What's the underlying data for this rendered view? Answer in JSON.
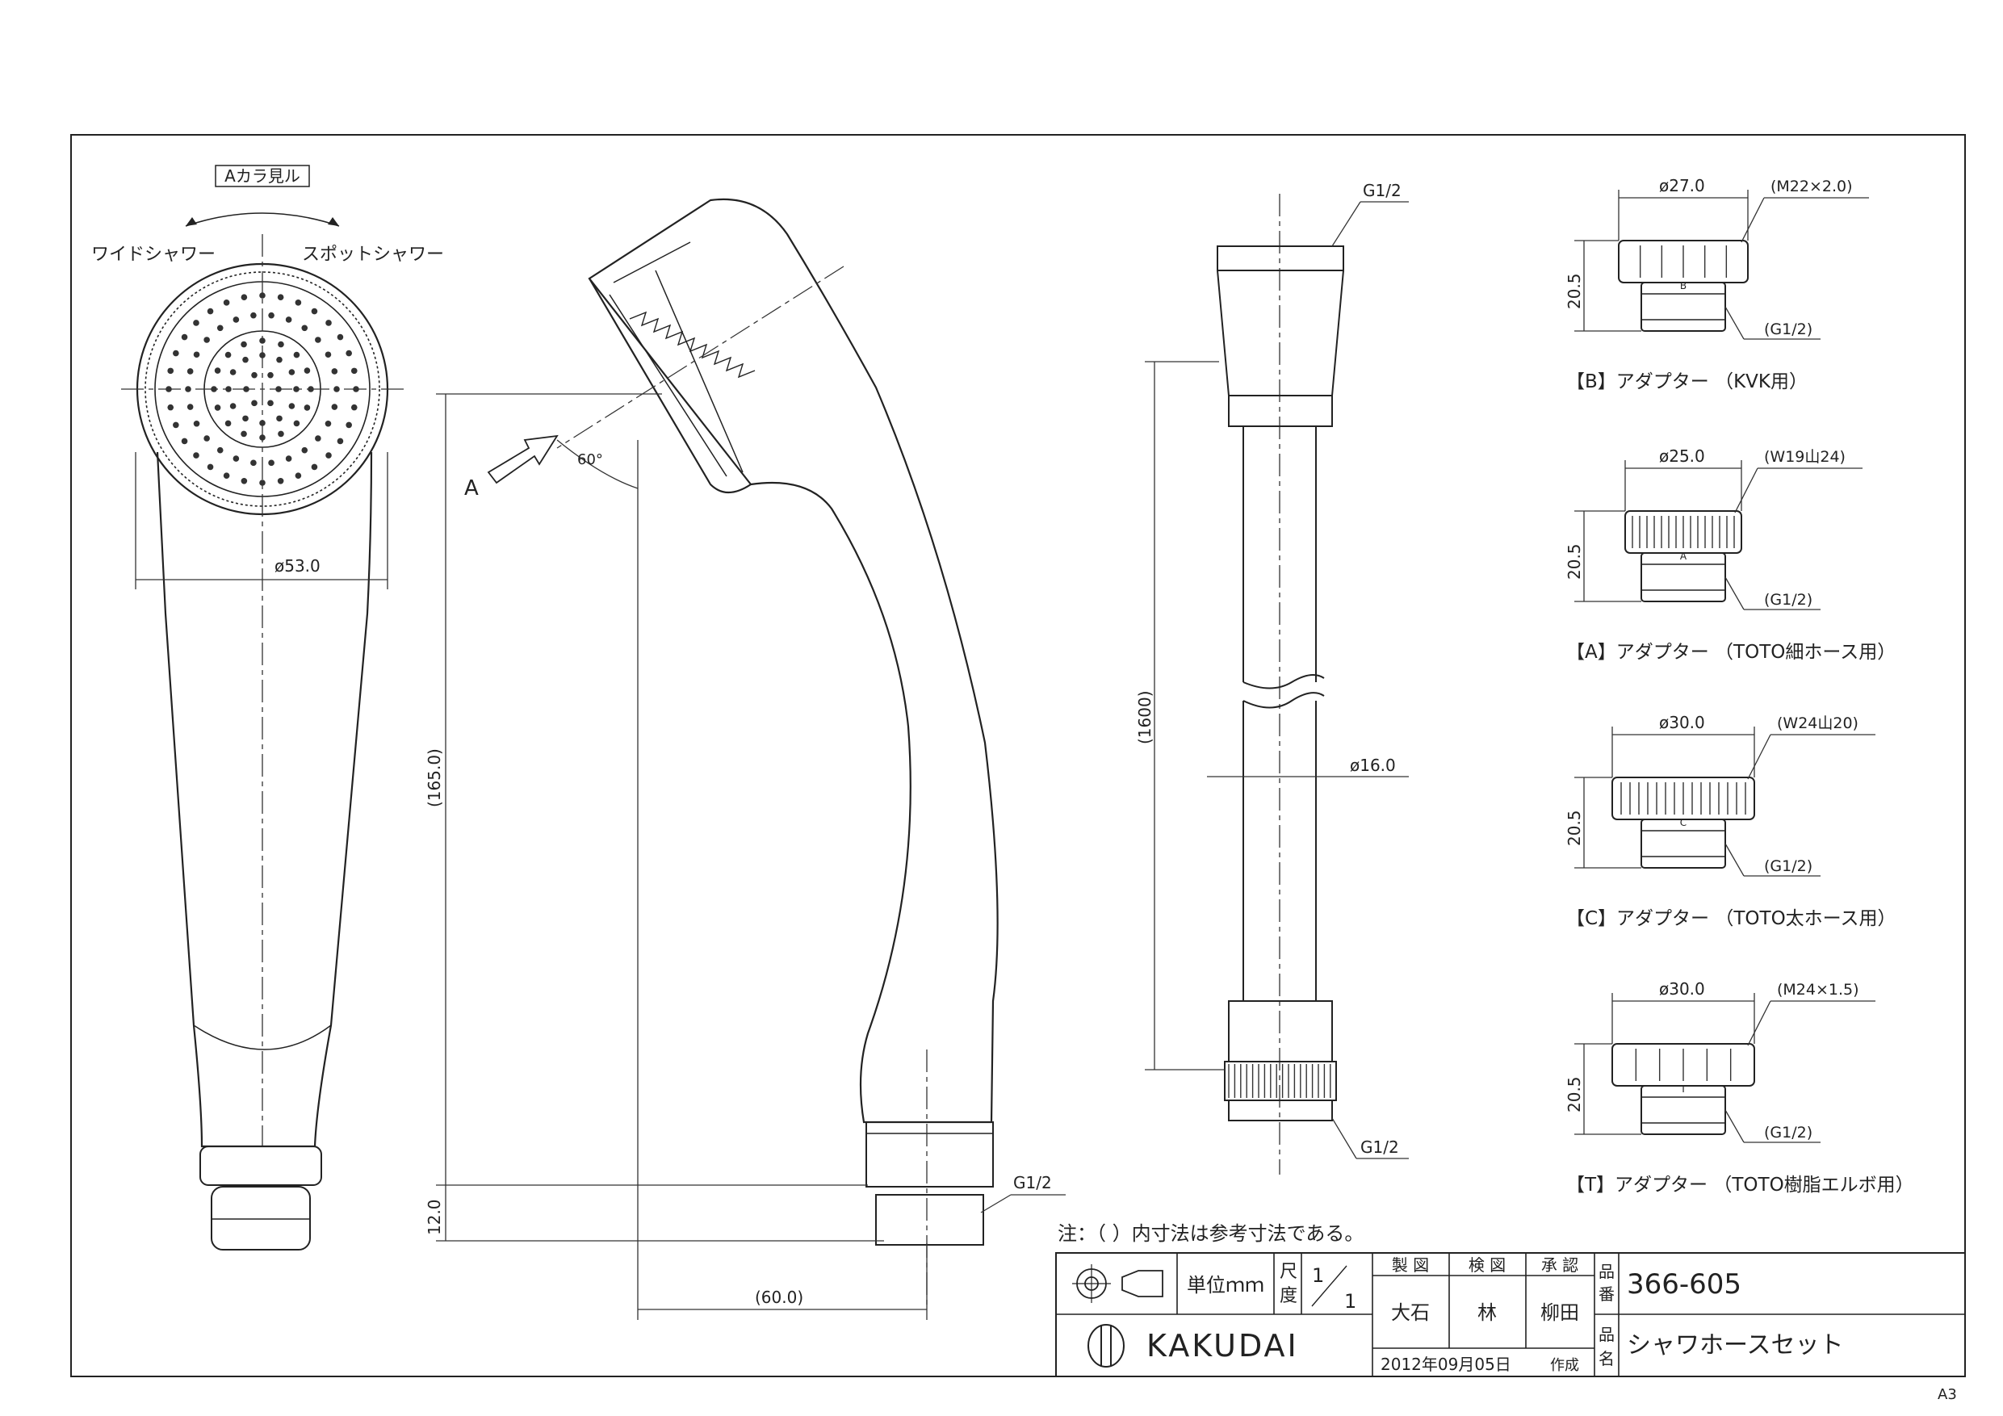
{
  "view_a_label": "Aカラ見ル",
  "wide_shower": "ワイドシャワー",
  "spot_shower": "スポットシャワー",
  "arrow_a": "A",
  "angle": "60°",
  "dims": {
    "head_dia": "ø53.0",
    "length": "(165.0)",
    "bottom": "12.0",
    "offset": "(60.0)",
    "thread": "G1/2",
    "hose_len": "(1600)",
    "hose_dia": "ø16.0",
    "hose_top": "G1/2",
    "hose_bottom": "G1/2"
  },
  "adapters": [
    {
      "dia": "ø27.0",
      "thread": "(M22×2.0)",
      "height": "20.5",
      "g": "(G1/2)",
      "mark": "B",
      "title": "【B】アダプター （KVK用）"
    },
    {
      "dia": "ø25.0",
      "thread": "(W19山24)",
      "height": "20.5",
      "g": "(G1/2)",
      "mark": "A",
      "title": "【A】アダプター （TOTO細ホース用）"
    },
    {
      "dia": "ø30.0",
      "thread": "(W24山20)",
      "height": "20.5",
      "g": "(G1/2)",
      "mark": "C",
      "title": "【C】アダプター （TOTO太ホース用）"
    },
    {
      "dia": "ø30.0",
      "thread": "(M24×1.5)",
      "height": "20.5",
      "g": "(G1/2)",
      "mark": "T",
      "title": "【T】アダプター （TOTO樹脂エルボ用）"
    }
  ],
  "note": "注：（ ）内寸法は参考寸法である。",
  "title_block": {
    "unit_label": "単位ｍｍ",
    "scale_label_1": "尺",
    "scale_label_2": "度",
    "scale_num": "1",
    "scale_den": "1",
    "drawn_by_label": "製 図",
    "checked_by_label": "検 図",
    "approved_by_label": "承 認",
    "drawn_by": "大石",
    "checked_by": "林",
    "approved_by": "柳田",
    "part_no_label_1": "品",
    "part_no_label_2": "番",
    "part_no": "366-605",
    "name_label_1": "品",
    "name_label_2": "名",
    "part_name": "シャワホースセット",
    "brand": "KAKUDAI",
    "date": "2012年09月05日",
    "made": "作成"
  },
  "sheet_size": "A3"
}
